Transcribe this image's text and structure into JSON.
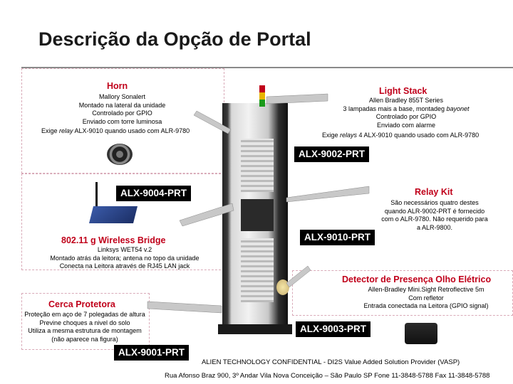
{
  "title": "Descrição da Opção de Portal",
  "horn": {
    "heading": "Horn",
    "lines": [
      "Mallory Sonalert",
      "Montado na lateral da unidade",
      "Controlado por GPIO",
      "Enviado com torre luminosa"
    ],
    "req_prefix": "Exige ",
    "req_italic": "relay",
    "req_suffix": " ALX-9010 quando usado com ALR-9780"
  },
  "light_stack": {
    "heading": "Light Stack",
    "line1": "Allen Bradley 855T Series",
    "line2_prefix": "3 lampadas mais a base, montadeg ",
    "line2_italic": "bayonet",
    "line3": "Controlado por GPIO",
    "line4": "Enviado com alarme",
    "req_prefix": "Exige ",
    "req_italic": "relays",
    "req_suffix": " 4 ALX-9010 quando usado com ALR-9780"
  },
  "labels": {
    "alx9002": "ALX-9002-PRT",
    "alx9004": "ALX-9004-PRT",
    "alx9010": "ALX-9010-PRT",
    "alx9003": "ALX-9003-PRT",
    "alx9001": "ALX-9001-PRT"
  },
  "relay_kit": {
    "heading": "Relay Kit",
    "lines": [
      "São necessários quatro destes",
      "quando  ALR-9002-PRT é fornecido",
      "com o ALR-9780. Não requerido para",
      "a ALR-9800."
    ]
  },
  "wireless": {
    "heading": "802.11 g Wireless Bridge",
    "lines": [
      "Linksys WET54 v.2",
      "Montado atrás da leitora; antena no topo da unidade",
      "Conecta na Leitora através de RJ45 LAN jack"
    ]
  },
  "detector": {
    "heading": "Detector de Presença Olho Elétrico",
    "lines": [
      "Allen-Bradley Mini.Sight Retroflective 5m",
      "Com refletor",
      "Entrada conectada na Leitora (GPIO signal)"
    ]
  },
  "cerca": {
    "heading": "Cerca Protetora",
    "lines": [
      "Proteção em aço de 7 polegadas de altura",
      "Previne choques a nivel do solo",
      "Utiliza a mesma estrutura de montagem",
      "(não aparece na figura)"
    ]
  },
  "footer": {
    "line1": "ALIEN TECHNOLOGY CONFIDENTIAL - DI2S Value Added Solution Provider (VASP)",
    "line2": "Rua Afonso Braz 900, 3º Andar Vila Nova Conceição – São Paulo SP Fone 11-3848-5788 Fax 11-3848-5788"
  },
  "colors": {
    "accent_red": "#c0001a",
    "label_bg": "#000000",
    "arrow_gray": "#c8c8c8",
    "box_border": "#d9aab8"
  }
}
